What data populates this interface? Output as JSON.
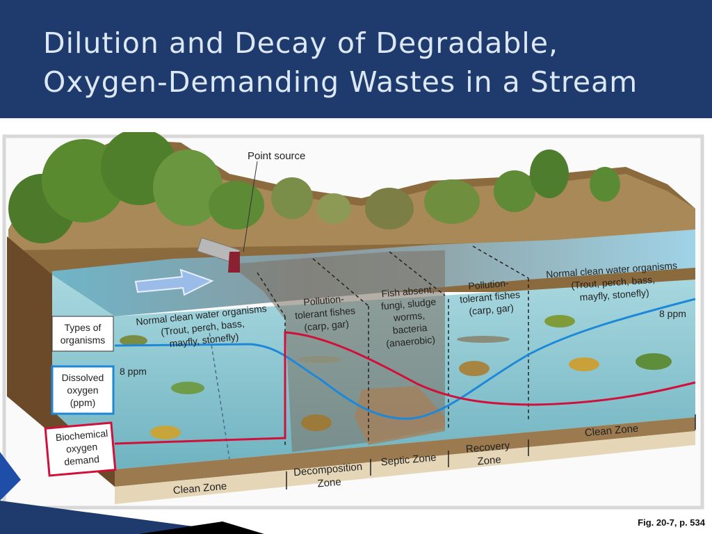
{
  "slide": {
    "title_line1": "Dilution and Decay of Degradable,",
    "title_line2": "Oxygen-Demanding Wastes in a Stream",
    "caption": "Fig. 20-7, p. 534"
  },
  "diagram": {
    "point_source_label": "Point source",
    "legend": {
      "types_of_organisms": [
        "Types of",
        "organisms"
      ],
      "dissolved_oxygen": [
        "Dissolved",
        "oxygen",
        "(ppm)"
      ],
      "bod": [
        "Biochemical",
        "oxygen",
        "demand"
      ]
    },
    "do_labels": {
      "left": "8 ppm",
      "right": "8 ppm"
    },
    "organisms": {
      "clean_left": [
        "Normal clean water organisms",
        "(Trout, perch, bass,",
        "mayfly, stonefly)"
      ],
      "decomposition": [
        "Pollution-",
        "tolerant fishes",
        "(carp, gar)"
      ],
      "septic": [
        "Fish absent,",
        "fungi, sludge",
        "worms,",
        "bacteria",
        "(anaerobic)"
      ],
      "recovery": [
        "Pollution-",
        "tolerant fishes",
        "(carp, gar)"
      ],
      "clean_right": [
        "Normal clean water organisms",
        "(Trout, perch, bass,",
        "mayfly, stonefly)"
      ]
    },
    "zones": {
      "clean_left": [
        "Clean Zone"
      ],
      "decomposition": [
        "Decomposition",
        "Zone"
      ],
      "septic": [
        "Septic Zone"
      ],
      "recovery": [
        "Recovery",
        "Zone"
      ],
      "clean_right": [
        "Clean Zone"
      ]
    },
    "colors": {
      "dissolved_oxygen_line": "#1e88d8",
      "bod_line": "#d0103a",
      "water": "#8cc6cf",
      "title_bar": "#1f3b6e"
    }
  }
}
